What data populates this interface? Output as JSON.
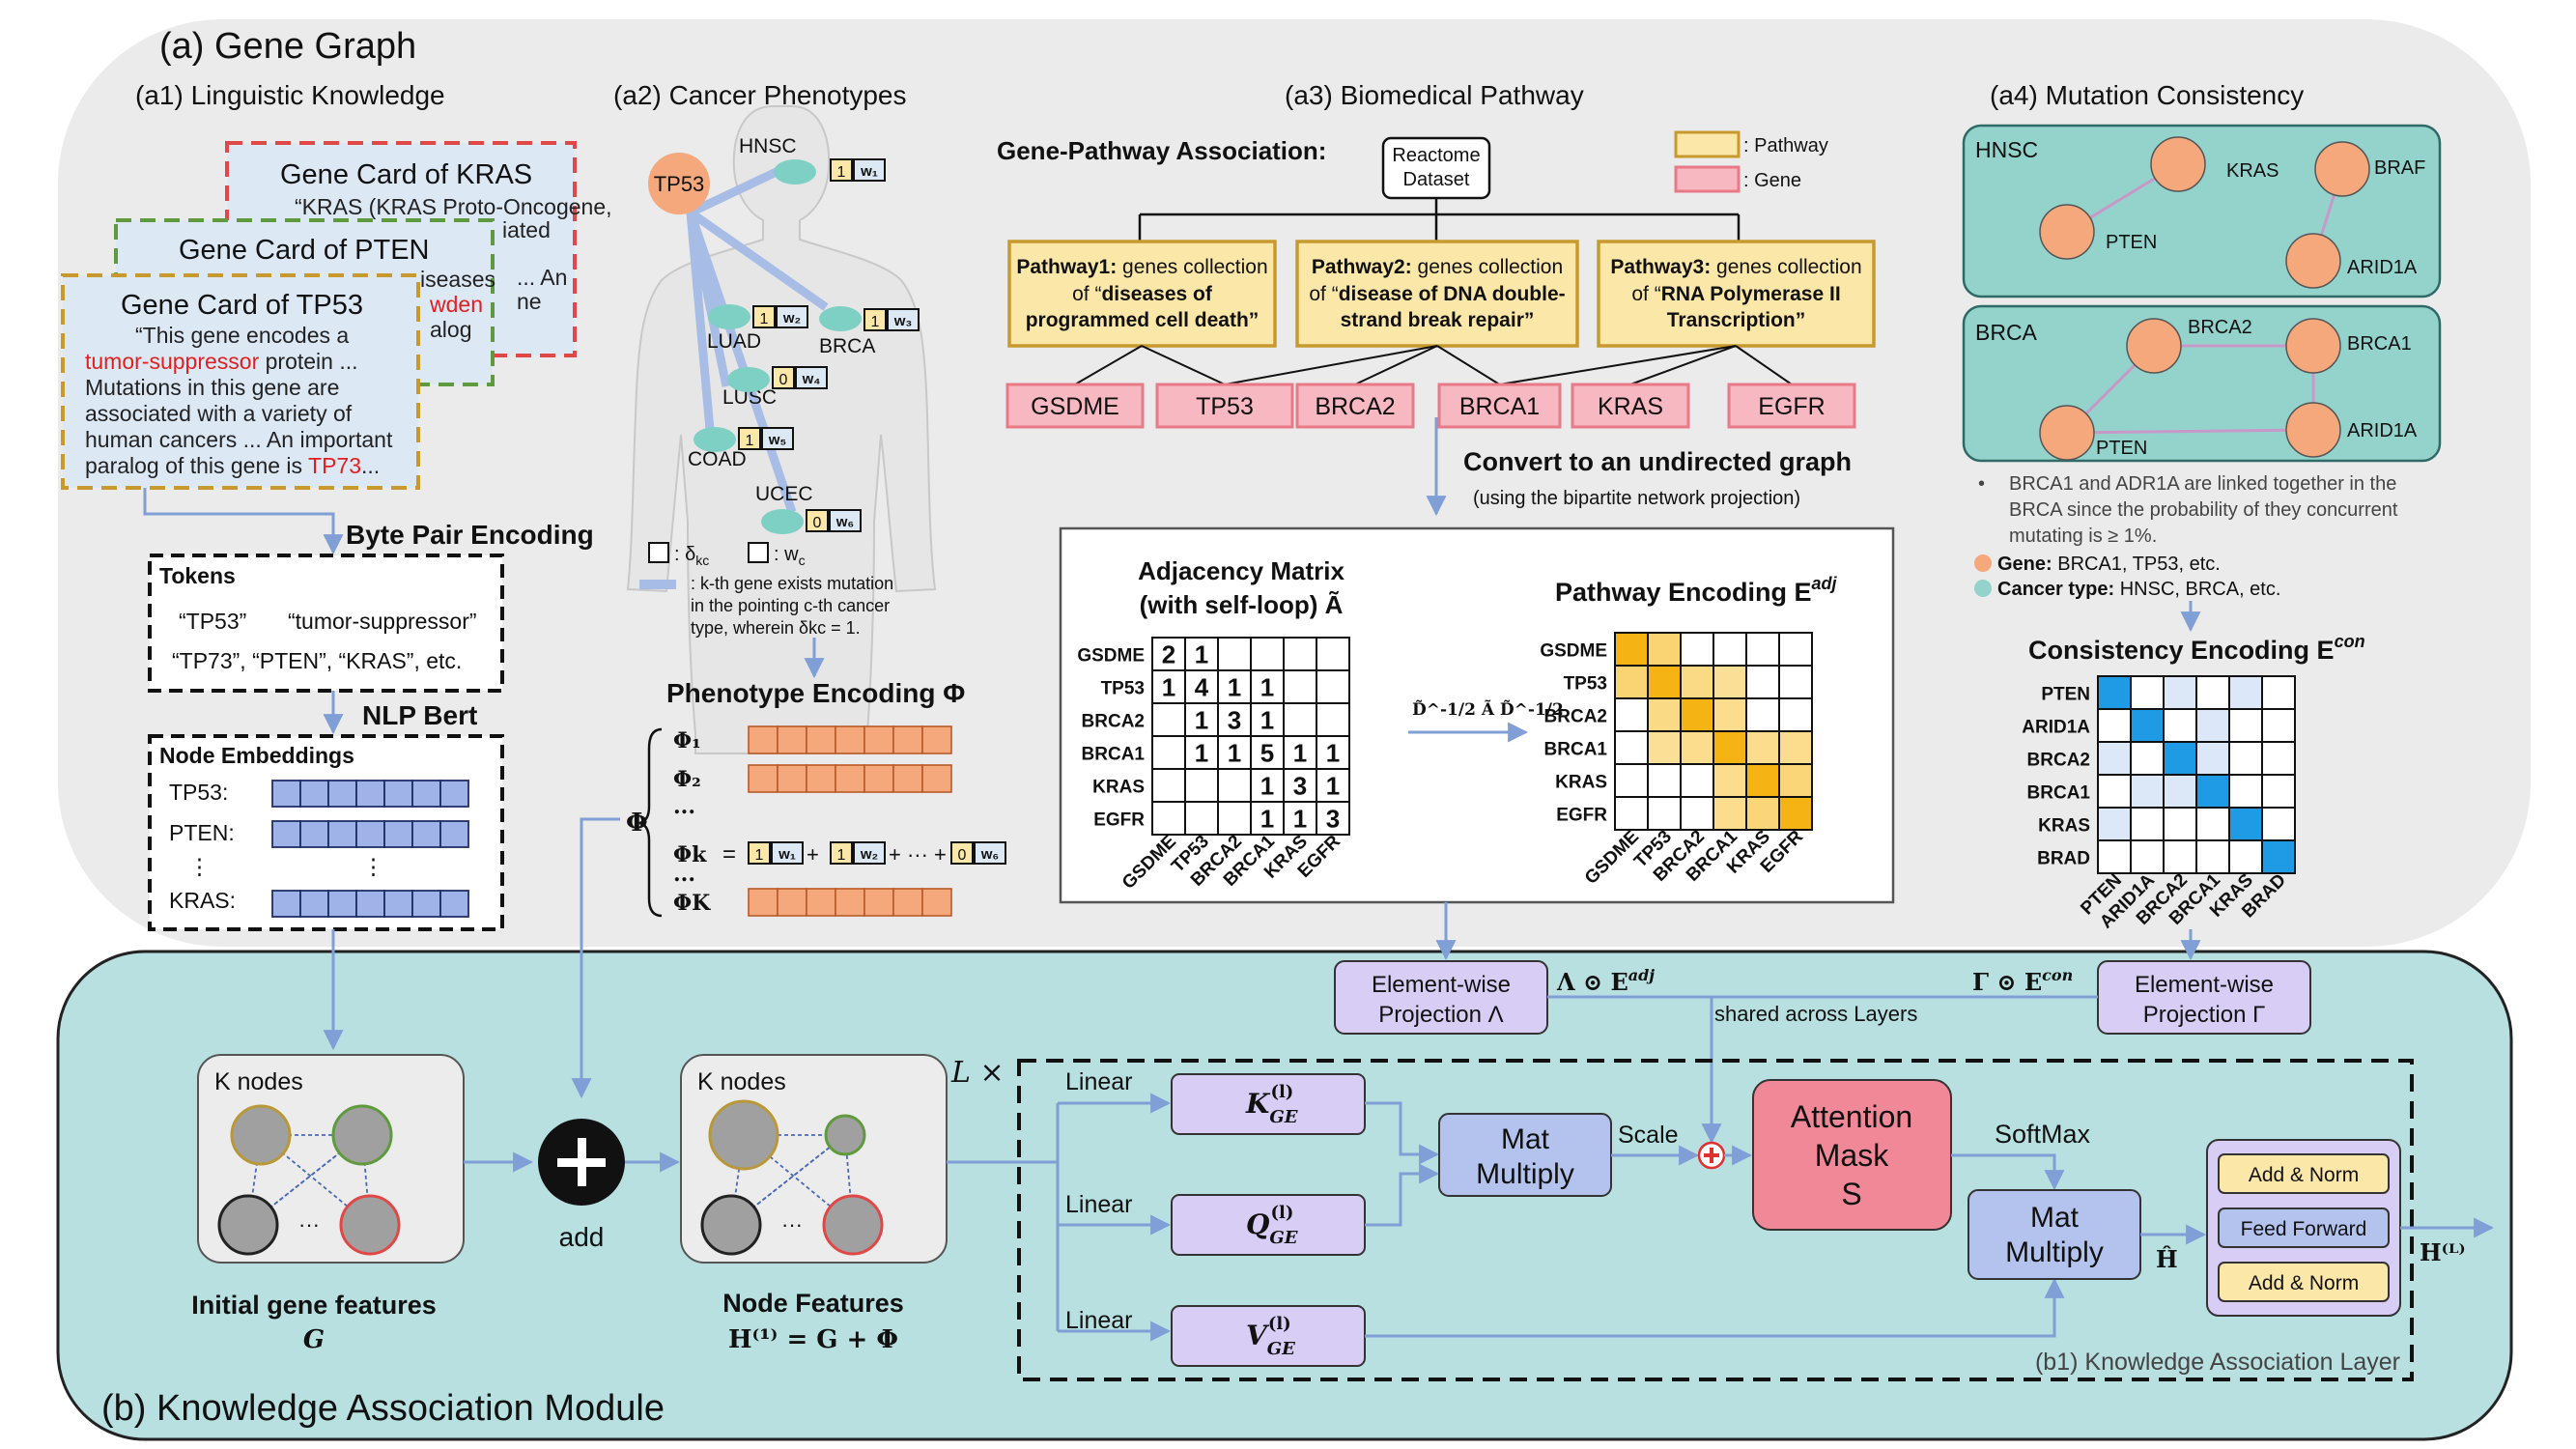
{
  "section_a": {
    "title": "(a) Gene Graph",
    "a1": {
      "title": "(a1) Linguistic Knowledge",
      "card_kras_title": "Gene Card of KRAS",
      "card_kras_text": "“KRAS (KRAS Proto-Oncogene,",
      "card_kras_frag1": "iated",
      "card_kras_frag2": "... An",
      "card_kras_frag3": "ne",
      "card_pten_title": "Gene Card of PTEN",
      "card_pten_frag1": "iseases",
      "card_pten_frag2": "wden",
      "card_pten_frag3": "alog",
      "card_tp53_title": "Gene Card of TP53",
      "card_tp53_lines": [
        "“This gene encodes a",
        "tumor-suppressor",
        " protein ...",
        "Mutations in this gene are",
        "associated with a variety of",
        "human cancers ... An important",
        "paralog of this gene is ",
        "TP73",
        "..."
      ],
      "bpe_label": "Byte Pair Encoding",
      "tokens_title": "Tokens",
      "tokens_line1a": "“TP53”",
      "tokens_line1b": "“tumor-suppressor”",
      "tokens_line2": "“TP73”, “PTEN”, “KRAS”, etc.",
      "bert_label": "NLP Bert",
      "embeddings_title": "Node Embeddings",
      "emb_rows": [
        "TP53:",
        "PTEN:",
        "⋮",
        "KRAS:"
      ]
    },
    "a2": {
      "title": "(a2) Cancer Phenotypes",
      "tp53": "TP53",
      "cancers": [
        "HNSC",
        "LUAD",
        "BRCA",
        "LUSC",
        "COAD",
        "UCEC"
      ],
      "deltas": [
        "1",
        "1",
        "1",
        "0",
        "1",
        "0"
      ],
      "weights": [
        "w₁",
        "w₂",
        "w₃",
        "w₄",
        "w₅",
        "w₆"
      ],
      "legend_delta": ": δ",
      "legend_delta_sub": "kc",
      "legend_w": ": w",
      "legend_w_sub": "c",
      "legend_line1": ": k-th gene exists mutation",
      "legend_line2": "in the pointing c-th cancer",
      "legend_line3": "type, wherein δkc = 1.",
      "phenotype_title": "Phenotype Encoding Φ",
      "phi_rows": [
        "Φ₁",
        "Φ₂",
        "...",
        "Φk",
        "...",
        "ΦK"
      ],
      "phi_symbol": "Φ",
      "phi_eq_terms": [
        "1",
        "w₁",
        "1",
        "w₂",
        "0",
        "w₆"
      ]
    },
    "a3": {
      "title": "(a3) Biomedical Pathway",
      "gpa_label": "Gene-Pathway Association:",
      "reactome": [
        "Reactome",
        "Dataset"
      ],
      "legend_pathway": ": Pathway",
      "legend_gene": ": Gene",
      "pathways": [
        {
          "name": "Pathway1:",
          "l1": " genes collection",
          "l2a": "of “",
          "l2b": "diseases of",
          "l3": "programmed cell death”"
        },
        {
          "name": "Pathway2:",
          "l1": " genes collection",
          "l2a": "of “",
          "l2b": "disease of DNA double-",
          "l3": "strand break repair”"
        },
        {
          "name": "Pathway3:",
          "l1": " genes collection",
          "l2a": "of “",
          "l2b": "RNA Polymerase II",
          "l3": "Transcription”"
        }
      ],
      "genes": [
        "GSDME",
        "TP53",
        "BRCA2",
        "BRCA1",
        "KRAS",
        "EGFR"
      ],
      "convert_label": "Convert to an undirected graph",
      "convert_sub": "(using the bipartite network projection)",
      "adj_title1": "Adjacency Matrix",
      "adj_title2": "(with self-loop) Ã",
      "adj_rows": [
        "GSDME",
        "TP53",
        "BRCA2",
        "BRCA1",
        "KRAS",
        "EGFR"
      ],
      "adj_cols": [
        "GSDME",
        "TP53",
        "BRCA2",
        "BRCA1",
        "KRAS",
        "EGFR"
      ],
      "adj_values": [
        [
          "2",
          "1",
          "",
          "",
          "",
          ""
        ],
        [
          "1",
          "4",
          "1",
          "1",
          "",
          ""
        ],
        [
          "",
          "1",
          "3",
          "1",
          "",
          ""
        ],
        [
          "",
          "1",
          "1",
          "5",
          "1",
          "1"
        ],
        [
          "",
          "",
          "",
          "1",
          "3",
          "1"
        ],
        [
          "",
          "",
          "",
          "1",
          "1",
          "3"
        ]
      ],
      "norm_label": "D̃^-1/2 Ã D̃^-1/2",
      "pe_title": "Pathway Encoding E",
      "pe_sup": "adj"
    },
    "a4": {
      "title": "(a4) Mutation Consistency",
      "hnsc_label": "HNSC",
      "hnsc_nodes": [
        "KRAS",
        "BRAF",
        "PTEN",
        "ARID1A"
      ],
      "brca_label": "BRCA",
      "brca_nodes": [
        "BRCA2",
        "BRCA1",
        "ARID1A",
        "PTEN"
      ],
      "note_lines": [
        "BRCA1 and ADR1A are linked together in the",
        "BRCA since  the probability of they concurrent",
        "mutating is ≥ 1%."
      ],
      "legend_gene_bold": "Gene:",
      "legend_gene_text": " BRCA1, TP53, etc.",
      "legend_cancer_bold": "Cancer type:",
      "legend_cancer_text": " HNSC, BRCA, etc.",
      "ce_title": "Consistency Encoding E",
      "ce_sup": "con",
      "ce_rows": [
        "PTEN",
        "ARID1A",
        "BRCA2",
        "BRCA1",
        "KRAS",
        "BRAD"
      ],
      "ce_cols": [
        "PTEN",
        "ARID1A",
        "BRCA2",
        "BRCA1",
        "KRAS",
        "BRAD"
      ]
    }
  },
  "section_b": {
    "title": "(b) Knowledge Association Module",
    "proj_left": [
      "Element-wise",
      "Projection Λ"
    ],
    "proj_right": [
      "Element-wise",
      "Projection Γ"
    ],
    "lambda_label": "Λ ⊙ E",
    "lambda_sup": "adj",
    "gamma_label": "Γ ⊙ E",
    "gamma_sup": "con",
    "shared_label": "shared across Layers",
    "knodes1": "K nodes",
    "knodes2": "K nodes",
    "initial_label": "Initial gene features",
    "initial_sym": "G",
    "add_label": "add",
    "node_feat_label": "Node Features",
    "node_feat_eq": "H⁽¹⁾ = G + Φ",
    "L_label": "L ×",
    "linear": [
      "Linear",
      "Linear",
      "Linear"
    ],
    "K_box": "K",
    "Q_box": "Q",
    "V_box": "V",
    "box_sub": "GE",
    "box_sup": "(l)",
    "matmul1": [
      "Mat",
      "Multiply"
    ],
    "scale": "Scale",
    "attention": [
      "Attention",
      "Mask",
      "S"
    ],
    "softmax": "SoftMax",
    "matmul2": [
      "Mat",
      "Multiply"
    ],
    "h_hat": "Ĥ",
    "addnorm1": "Add & Norm",
    "feedforward": "Feed Forward",
    "addnorm2": "Add & Norm",
    "output": "H⁽ᴸ⁾",
    "layer_caption": "(b1) Knowledge Association Layer"
  },
  "colors": {
    "teal": "#b8e0e0",
    "orange": "#f4a87c",
    "blue_cell": "#9fb3e8",
    "lavender": "#d8cdf5",
    "pink": "#f7b8c1",
    "yellow": "#fbe7a8"
  }
}
